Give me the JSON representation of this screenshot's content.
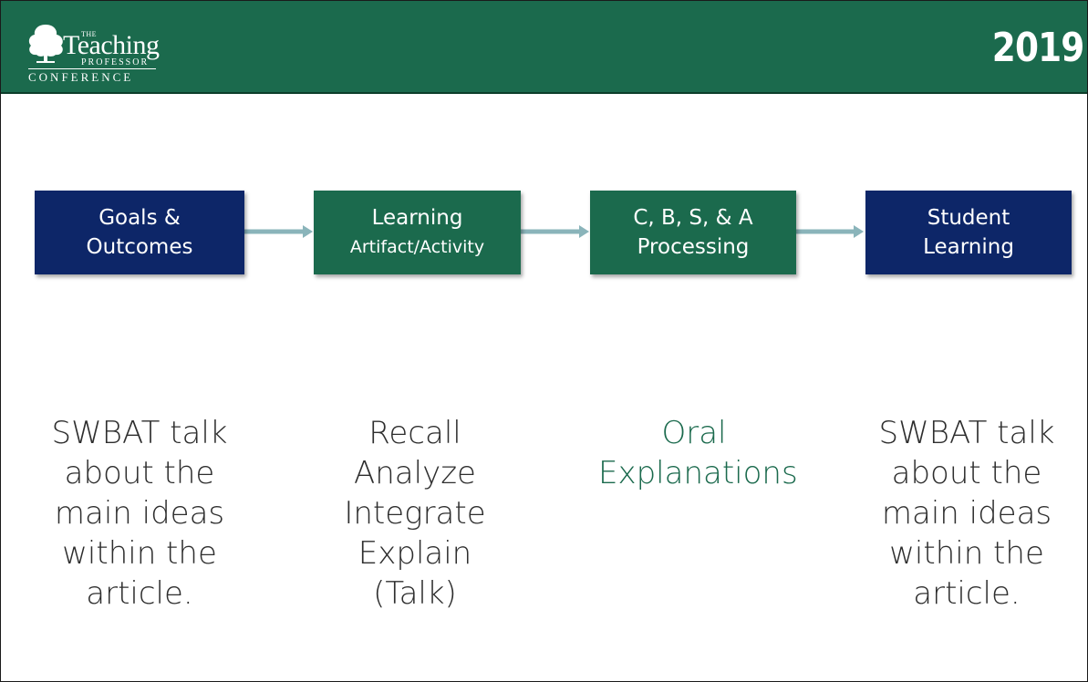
{
  "header": {
    "logo": {
      "the": "THE",
      "teaching": "Teaching",
      "professor": "PROFESSOR",
      "conference": "CONFERENCE"
    },
    "year": "2019",
    "colors": {
      "header_bg": "#1b6a4d",
      "navy": "#0d2668",
      "arrow": "#8ab4ba"
    }
  },
  "flow": {
    "boxes": [
      {
        "line1": "Goals &",
        "line2": "Outcomes",
        "color": "navy"
      },
      {
        "line1": "Learning",
        "line2": "Artifact/Activity",
        "color": "green"
      },
      {
        "line1": "C, B, S, & A",
        "line2": "Processing",
        "color": "green"
      },
      {
        "line1": "Student",
        "line2": "Learning",
        "color": "navy"
      }
    ]
  },
  "columns": [
    {
      "lines": [
        "SWBAT talk",
        "about the",
        "main ideas",
        "within the",
        "article."
      ]
    },
    {
      "lines": [
        "Recall",
        "Analyze",
        "Integrate",
        "Explain",
        "(Talk)"
      ]
    },
    {
      "lines": [
        "Oral",
        "Explanations"
      ]
    },
    {
      "lines": [
        "SWBAT talk",
        "about the",
        "main ideas",
        "within the",
        "article."
      ]
    }
  ]
}
